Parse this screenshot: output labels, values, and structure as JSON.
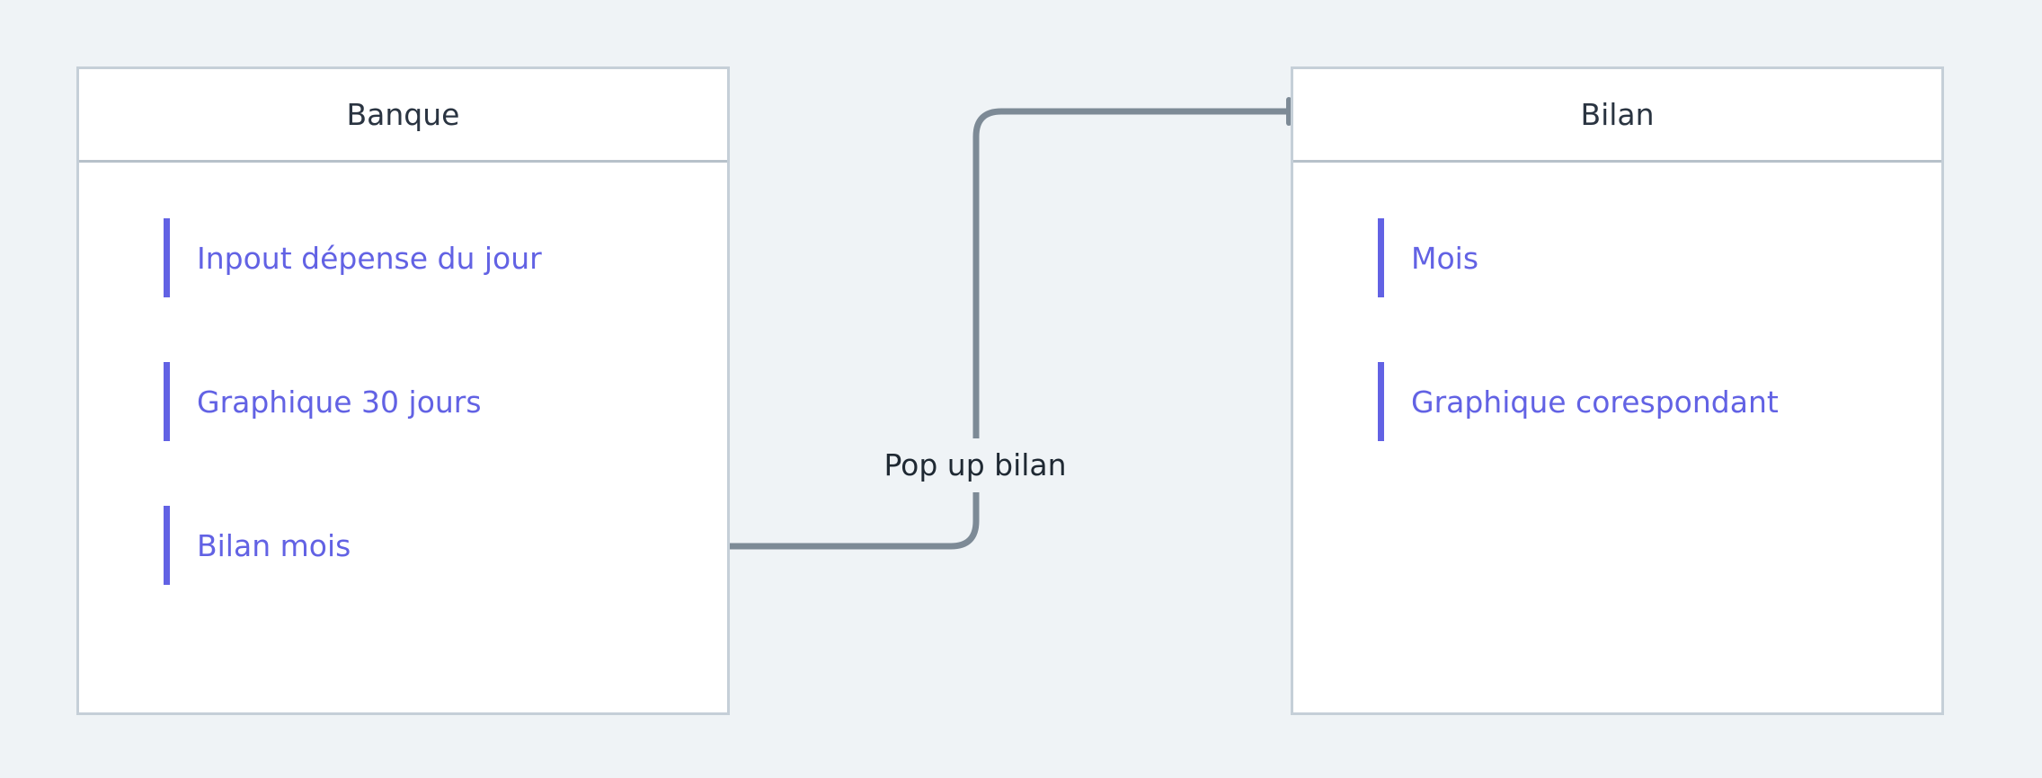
{
  "colors": {
    "background": "#eff3f6",
    "panel_border": "#c5cfd8",
    "accent": "#6262e4",
    "connector": "#7d8a96",
    "title_text": "#2a3441"
  },
  "panels": [
    {
      "title": "Banque",
      "items": [
        {
          "label": "Inpout dépense du jour"
        },
        {
          "label": "Graphique 30 jours"
        },
        {
          "label": "Bilan mois"
        }
      ]
    },
    {
      "title": "Bilan",
      "items": [
        {
          "label": "Mois"
        },
        {
          "label": "Graphique corespondant"
        }
      ]
    }
  ],
  "connector": {
    "from": "Bilan mois",
    "to": "Bilan",
    "label": "Pop up bilan"
  }
}
